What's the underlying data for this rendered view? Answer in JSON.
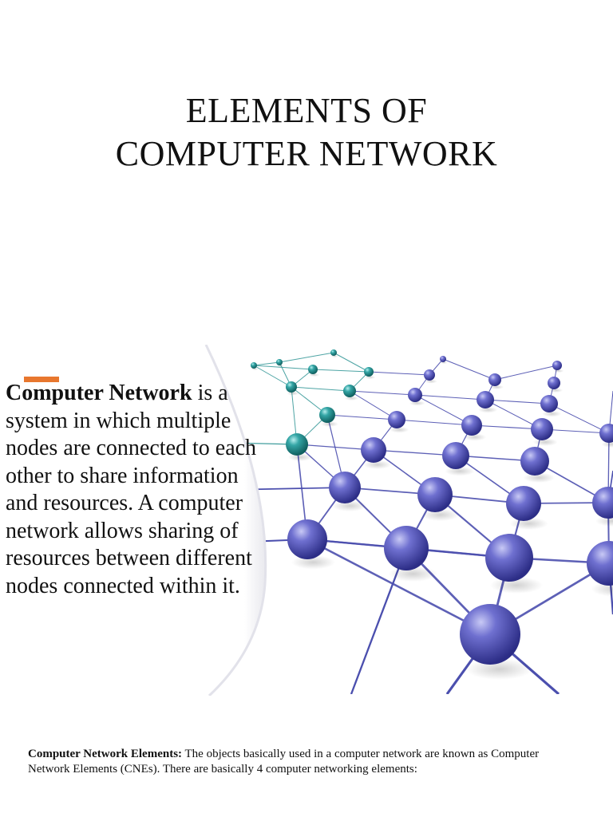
{
  "title": {
    "line1": "ELEMENTS OF",
    "line2": "COMPUTER NETWORK"
  },
  "definition": {
    "term": "Computer Network",
    "body": " is a system in which multiple nodes are connected to each other to share information and resources. A computer network allows sharing of resources between different nodes connected within it."
  },
  "footer": {
    "term": "Computer Network Elements:",
    "body": " The objects basically used in a computer network are known as Computer Network Elements (CNEs). There are basically 4 computer networking elements:"
  },
  "colors": {
    "accent": "#e8772e",
    "node_blue": "#4a4bb0",
    "node_teal": "#1e8f8f"
  },
  "image": {
    "icon": "network-nodes-illustration"
  }
}
